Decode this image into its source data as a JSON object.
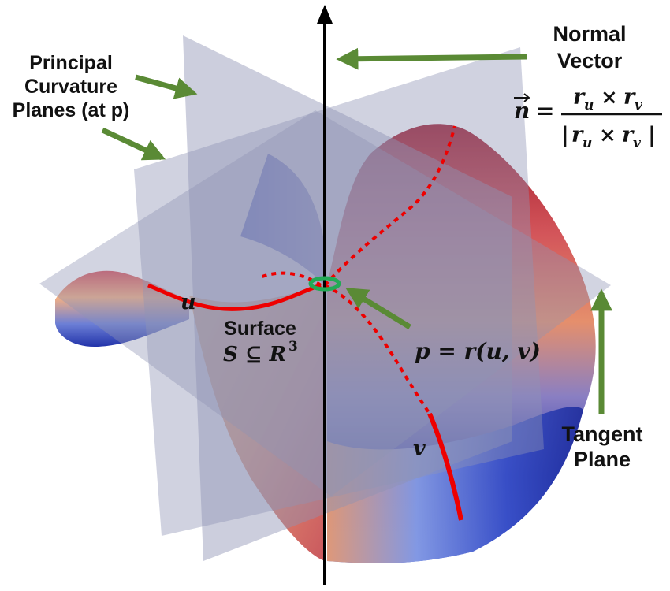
{
  "labels": {
    "principal": [
      "Principal",
      "Curvature",
      "Planes (at p)"
    ],
    "normal_vector": [
      "Normal",
      "Vector"
    ],
    "tangent_plane": [
      "Tangent",
      "Plane"
    ],
    "surface": "Surface",
    "surface_set": "S ⊆ R",
    "surface_set_exp": "3",
    "point": "p = r(u, v)",
    "curve_u": "u",
    "curve_v": "v",
    "normal_formula": {
      "lhs": "n",
      "equals": "=",
      "numerator": "r",
      "numerator_sub1": "u",
      "numerator_times": "×",
      "numerator_r2": "r",
      "numerator_sub2": "v",
      "denominator_open": "|",
      "denominator": "r",
      "denominator_sub1": "u",
      "denominator_times": "×",
      "denominator_r2": "r",
      "denominator_sub2": "v",
      "denominator_close": "|"
    }
  },
  "colors": {
    "arrow_green": "#5a8a35",
    "curve_red": "#ee0000",
    "normal_axis": "#000000",
    "plane_gray": "#8e93b4",
    "point_marker": "#22aa55",
    "surface_warm": "#f4a37a",
    "surface_cool": "#2c3fb8"
  }
}
